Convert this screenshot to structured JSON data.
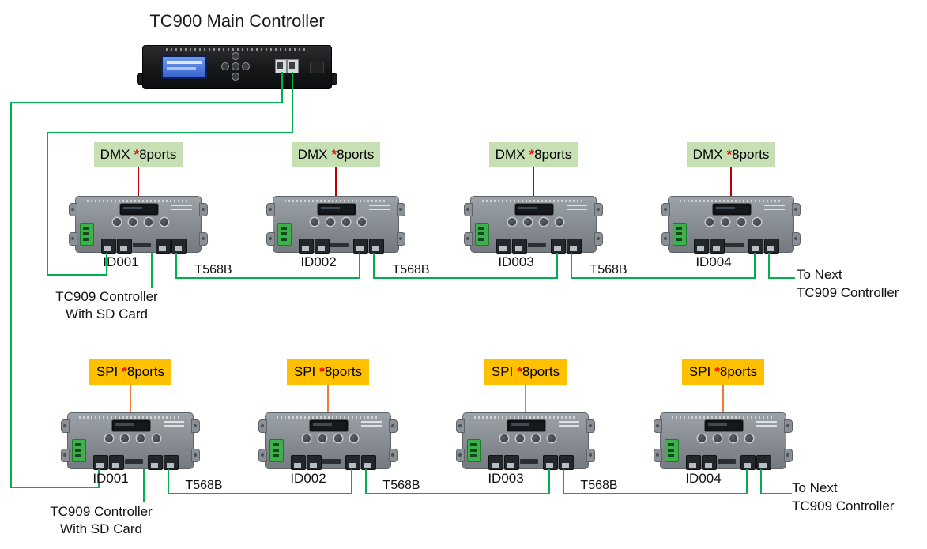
{
  "title": "TC900 Main Controller",
  "colors": {
    "wire_green": "#00B050",
    "dmx_label_bg": "#C6E0B4",
    "spi_label_bg": "#FFC000",
    "dmx_connector": "#C00000",
    "spi_connector": "#ED7D31",
    "star_red": "#FF0000"
  },
  "rows": [
    {
      "type": "DMX",
      "port_label": {
        "prefix": "DMX",
        "star": "*",
        "suffix": "8ports"
      },
      "devices": [
        "ID001",
        "ID002",
        "ID003",
        "ID004"
      ],
      "cables": [
        "T568B",
        "T568B",
        "T568B"
      ],
      "to_next": [
        "To Next",
        "TC909 Controller"
      ],
      "note": [
        "TC909 Controller",
        "With SD Card"
      ]
    },
    {
      "type": "SPI",
      "port_label": {
        "prefix": "SPI",
        "star": "*",
        "suffix": "8ports"
      },
      "devices": [
        "ID001",
        "ID002",
        "ID003",
        "ID004"
      ],
      "cables": [
        "T568B",
        "T568B",
        "T568B"
      ],
      "to_next": [
        "To Next",
        "TC909 Controller"
      ],
      "note": [
        "TC909 Controller",
        "With SD Card"
      ]
    }
  ]
}
